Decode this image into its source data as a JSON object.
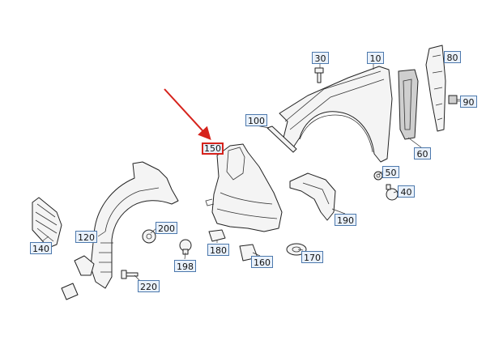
{
  "parts": [
    {
      "id": "p10",
      "label": "10",
      "name": "Front fender"
    },
    {
      "id": "p30",
      "label": "30",
      "name": "Screw"
    },
    {
      "id": "p60",
      "label": "60",
      "name": "Foam seal"
    },
    {
      "id": "p80",
      "label": "80",
      "name": "Fender bracket"
    },
    {
      "id": "p90",
      "label": "90",
      "name": "Clip"
    },
    {
      "id": "p100",
      "label": "100",
      "name": "Support strip"
    },
    {
      "id": "p150",
      "label": "150",
      "name": "Inner wheel housing, front section",
      "highlighted": true
    },
    {
      "id": "p50",
      "label": "50",
      "name": "Nut"
    },
    {
      "id": "p40",
      "label": "40",
      "name": "Expanding rivet"
    },
    {
      "id": "p190",
      "label": "190",
      "name": "Insulation"
    },
    {
      "id": "p120",
      "label": "120",
      "name": "Wheel arch liner"
    },
    {
      "id": "p140",
      "label": "140",
      "name": "Grille"
    },
    {
      "id": "p200",
      "label": "200",
      "name": "Clip"
    },
    {
      "id": "p198",
      "label": "198",
      "name": "Fastener"
    },
    {
      "id": "p180",
      "label": "180",
      "name": "Clamp"
    },
    {
      "id": "p160",
      "label": "160",
      "name": "Clip"
    },
    {
      "id": "p170",
      "label": "170",
      "name": "Rivet"
    },
    {
      "id": "p220",
      "label": "220",
      "name": "Screw"
    }
  ],
  "colors": {
    "highlight": "#d6231c",
    "callout_border": "#4d79ad",
    "callout_fill": "#e9f1fb"
  }
}
